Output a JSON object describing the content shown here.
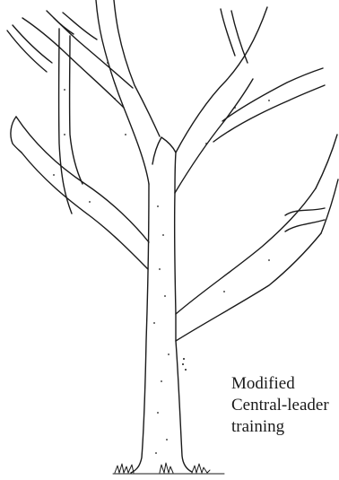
{
  "caption": {
    "lines": [
      "Modified",
      "Central-leader",
      "training"
    ]
  },
  "illustration": {
    "subject": "tree",
    "ink_color": "#1a1a1a",
    "background_color": "#ffffff"
  }
}
